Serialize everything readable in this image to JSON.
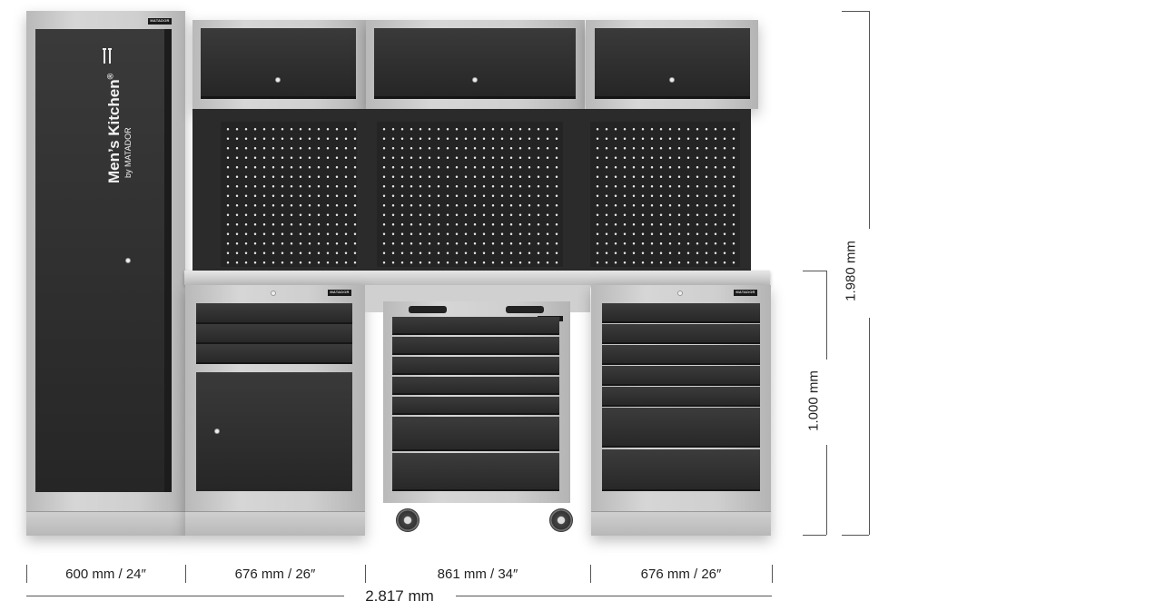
{
  "brand": {
    "name": "Men’s Kitchen",
    "trademark": "®",
    "byline": "by MATADOR"
  },
  "badge": "MATADOR",
  "dimensions": {
    "width_tall": "600 mm / 24″",
    "width_left_cabinet": "676 mm / 26″",
    "width_trolley": "861 mm / 34″",
    "width_right_cabinet": "676 mm / 26″",
    "total_width": "2.817 mm",
    "total_height": "1.980 mm",
    "counter_height": "1.000 mm"
  },
  "colors": {
    "cabinet_dark": "#2a2a2a",
    "frame_grey": "#c8c8c8",
    "background": "#ffffff"
  }
}
